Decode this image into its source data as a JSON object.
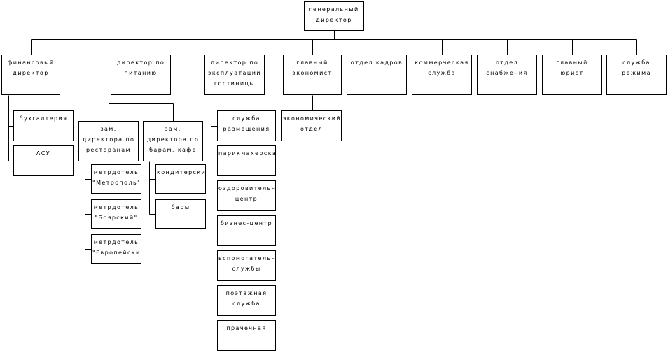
{
  "org_chart": {
    "colors": {
      "line": "#000000",
      "box_border": "#000000",
      "box_fill": "#ffffff",
      "text": "#000000"
    },
    "root": {
      "id": "gen",
      "label": "генеральный директор"
    },
    "level1": [
      {
        "id": "fin",
        "label": "финансовый директор"
      },
      {
        "id": "food",
        "label": "директор по питанию"
      },
      {
        "id": "ops",
        "label": "директор по эксплуатации гостиницы"
      },
      {
        "id": "econ",
        "label": "главный экономист"
      },
      {
        "id": "hr",
        "label": "отдел кадров"
      },
      {
        "id": "comm",
        "label": "коммерческая служба"
      },
      {
        "id": "supply",
        "label": "отдел снабжения"
      },
      {
        "id": "lawyer",
        "label": "главный юрист"
      },
      {
        "id": "regime",
        "label": "служба режима"
      }
    ],
    "finance_children": [
      {
        "id": "acct",
        "label": "бухгалтерия"
      },
      {
        "id": "asu",
        "label": "АСУ"
      }
    ],
    "food_children": [
      {
        "id": "dep_rest",
        "label": "зам. директора по ресторанам"
      },
      {
        "id": "dep_bars",
        "label": "зам. директора по барам, кафе"
      }
    ],
    "restaurant_children": [
      {
        "id": "mt_metropol",
        "label": "метрдотель \"Метрополь\""
      },
      {
        "id": "mt_boyar",
        "label": "метрдотель \"Боярский\""
      },
      {
        "id": "mt_euro",
        "label": "метрдотель \"Европейский\""
      }
    ],
    "bars_children": [
      {
        "id": "confect",
        "label": "кондитерские"
      },
      {
        "id": "bars",
        "label": "бары"
      }
    ],
    "operations_children": [
      {
        "id": "accom",
        "label": "служба размещения"
      },
      {
        "id": "hair",
        "label": "парикмахерская"
      },
      {
        "id": "health",
        "label": "оздоровительный центр"
      },
      {
        "id": "biz",
        "label": "бизнес-центр"
      },
      {
        "id": "aux",
        "label": "вспомогательные службы"
      },
      {
        "id": "floor",
        "label": "поэтажная служба"
      },
      {
        "id": "laundry",
        "label": "прачечная"
      }
    ],
    "economist_children": [
      {
        "id": "econ_dept",
        "label": "экономический отдел"
      }
    ]
  }
}
